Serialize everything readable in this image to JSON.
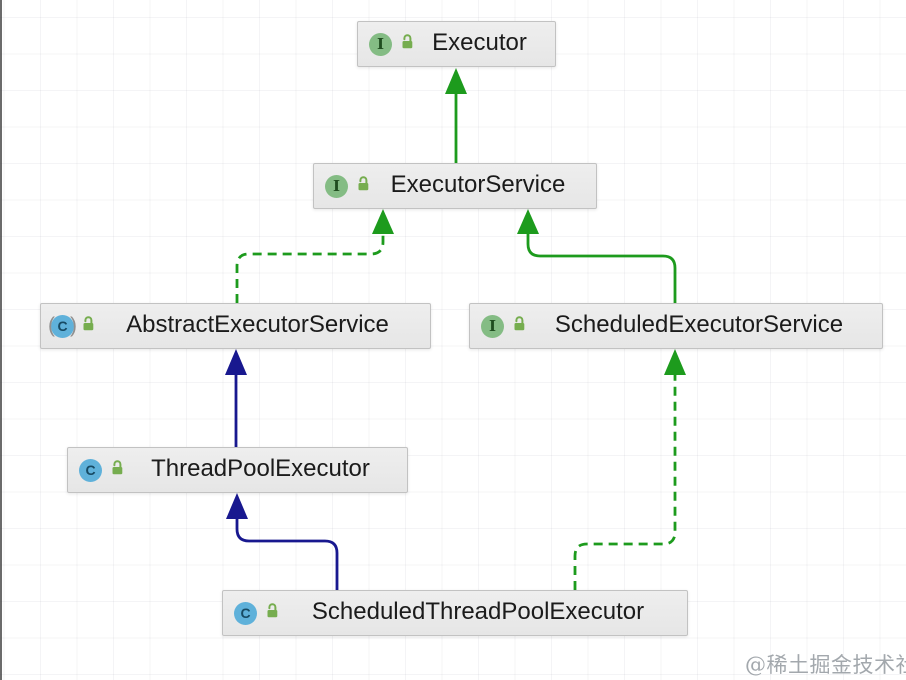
{
  "diagram": {
    "watermark": "@稀土掘金技术社区",
    "colors": {
      "interface_edge_green": "#1d9b1d",
      "class_edge_navy": "#18188f",
      "interface_icon_bg": "#84bc84",
      "interface_icon_letter_color": "#1f4d1f",
      "class_icon_bg": "#5fb1da",
      "class_icon_letter_color": "#174a63",
      "lock_green": "#76ad4f",
      "node_bg": "#e9e9e9",
      "node_border": "#c2c2c2"
    },
    "icons": {
      "interface_letter": "I",
      "class_letter": "C",
      "paren_open": "(",
      "paren_close": ")",
      "lock_name": "public-lock-icon"
    },
    "nodes": [
      {
        "label": "Executor",
        "kind": "interface",
        "modifier": "public"
      },
      {
        "label": "ExecutorService",
        "kind": "interface",
        "modifier": "public"
      },
      {
        "label": "AbstractExecutorService",
        "kind": "abstract-class",
        "modifier": "public"
      },
      {
        "label": "ScheduledExecutorService",
        "kind": "interface",
        "modifier": "public"
      },
      {
        "label": "ThreadPoolExecutor",
        "kind": "class",
        "modifier": "public"
      },
      {
        "label": "ScheduledThreadPoolExecutor",
        "kind": "class",
        "modifier": "public"
      }
    ],
    "edges": [
      {
        "from": "ExecutorService",
        "to": "Executor",
        "relation": "extends",
        "line": "solid",
        "color": "#1d9b1d"
      },
      {
        "from": "AbstractExecutorService",
        "to": "ExecutorService",
        "relation": "implements",
        "line": "dashed",
        "color": "#1d9b1d"
      },
      {
        "from": "ScheduledExecutorService",
        "to": "ExecutorService",
        "relation": "extends",
        "line": "solid",
        "color": "#1d9b1d"
      },
      {
        "from": "ThreadPoolExecutor",
        "to": "AbstractExecutorService",
        "relation": "extends",
        "line": "solid",
        "color": "#18188f"
      },
      {
        "from": "ScheduledThreadPoolExecutor",
        "to": "ThreadPoolExecutor",
        "relation": "extends",
        "line": "solid",
        "color": "#18188f"
      },
      {
        "from": "ScheduledThreadPoolExecutor",
        "to": "ScheduledExecutorService",
        "relation": "implements",
        "line": "dashed",
        "color": "#1d9b1d"
      }
    ]
  }
}
